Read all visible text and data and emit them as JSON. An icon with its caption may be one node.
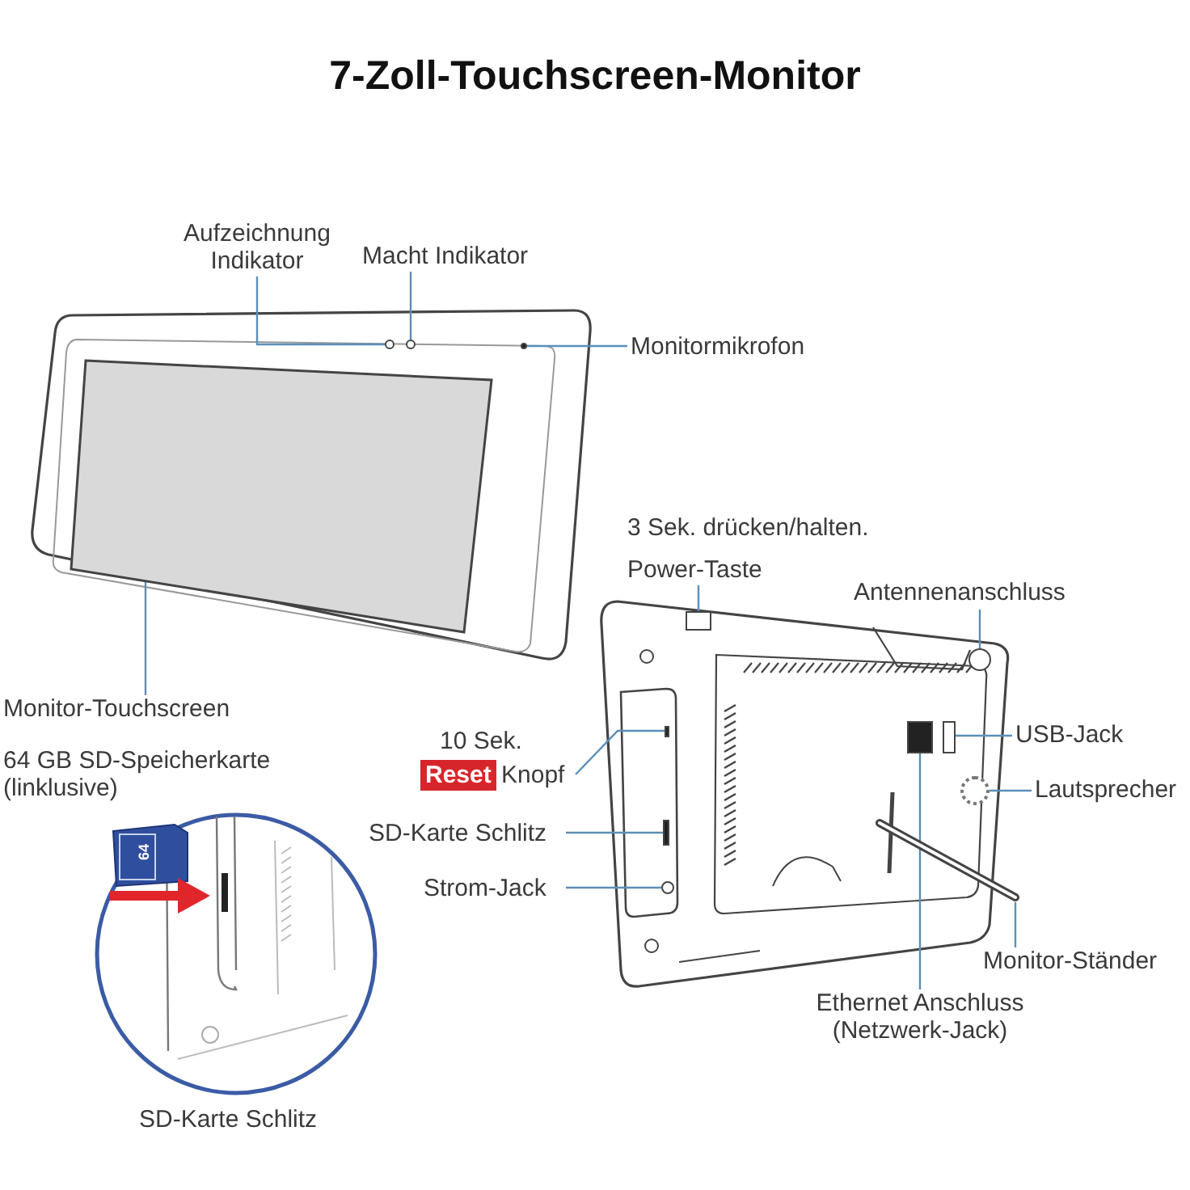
{
  "diagram": {
    "title": "7-Zoll-Touchscreen-Monitor",
    "nodes": [
      {
        "text": [
          "Aufzeichnung Indikator"
        ]
      },
      {
        "text": [],
        "shape": "circle"
      },
      {
        "text": [
          "Macht Indikator"
        ]
      },
      {
        "text": [],
        "shape": "circle"
      },
      {
        "text": [
          "Monitormikrofon"
        ]
      },
      {
        "text": [],
        "shape": "circle"
      },
      {
        "text": [
          "Monitor-Touchscreen"
        ]
      },
      {
        "text": [],
        "shape": "box"
      },
      {
        "text": [
          "Power-Taste"
        ],
        "beside": [
          "3 Sek. drücken/halten."
        ]
      },
      {
        "text": [],
        "shape": "box"
      },
      {
        "text": [
          "Antennenanschluss"
        ]
      },
      {
        "text": [],
        "shape": "circle"
      },
      {
        "text": [
          "10 Sek.",
          "Reset",
          "Knopf"
        ]
      },
      {
        "text": [],
        "shape": "box"
      },
      {
        "text": [
          "SD-Karte Schlitz"
        ]
      },
      {
        "text": [],
        "shape": "box"
      },
      {
        "text": [
          "Strom-Jack"
        ]
      },
      {
        "text": [],
        "shape": "circle"
      },
      {
        "text": [
          "USB-Jack"
        ]
      },
      {
        "text": [],
        "shape": "box"
      },
      {
        "text": [
          "Lautsprecher"
        ]
      },
      {
        "text": [],
        "shape": "circle"
      },
      {
        "text": [
          "Monitor-Ständer"
        ]
      },
      {
        "text": [],
        "shape": "bar"
      },
      {
        "text": [
          "Ethernet Anschluss (Netzwerk-Jack)"
        ]
      },
      {
        "text": [],
        "shape": "box"
      }
    ],
    "edges": [
      {
        "from": 0,
        "to": 1,
        "arrow": "none"
      },
      {
        "from": 2,
        "to": 3,
        "arrow": "none"
      },
      {
        "from": 4,
        "to": 5,
        "arrow": "none"
      },
      {
        "from": 6,
        "to": 7,
        "arrow": "none"
      },
      {
        "from": 8,
        "to": 9,
        "arrow": "none"
      },
      {
        "from": 10,
        "to": 11,
        "arrow": "none"
      },
      {
        "from": 12,
        "to": 13,
        "arrow": "none"
      },
      {
        "from": 14,
        "to": 15,
        "arrow": "none"
      },
      {
        "from": 16,
        "to": 17,
        "arrow": "none"
      },
      {
        "from": 18,
        "to": 19,
        "arrow": "none"
      },
      {
        "from": 20,
        "to": 21,
        "arrow": "none"
      },
      {
        "from": 22,
        "to": 23,
        "arrow": "none"
      },
      {
        "from": 24,
        "to": 25,
        "arrow": "none"
      }
    ],
    "labels": [
      "64 GB SD-Speicherkarte (linklusive)",
      "64",
      "SD-Karte Schlitz"
    ]
  }
}
